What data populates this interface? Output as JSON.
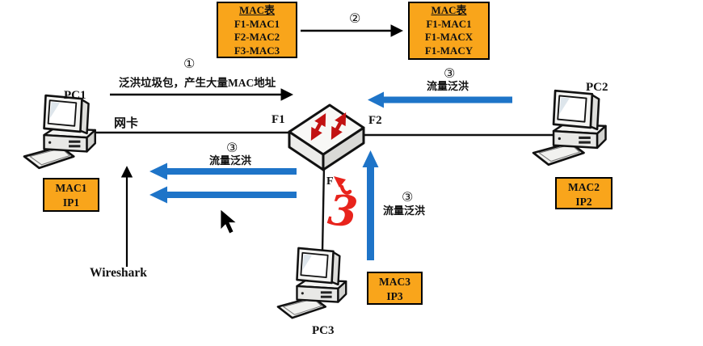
{
  "colors": {
    "box_orange": "#F9A51B",
    "flood_blue": "#1E74C8",
    "annotation_red": "#E8231C",
    "switch_arrow_red": "#C21212"
  },
  "mac_table_left": {
    "title": "MAC表",
    "rows": [
      "F1-MAC1",
      "F2-MAC2",
      "F3-MAC3"
    ]
  },
  "mac_table_right": {
    "title": "MAC表",
    "rows": [
      "F1-MAC1",
      "F1-MACX",
      "F1-MACY"
    ]
  },
  "steps": {
    "one": {
      "num": "①",
      "label": "泛洪垃圾包，产生大量MAC地址"
    },
    "two": {
      "num": "②"
    },
    "three_right": {
      "num": "③",
      "label": "流量泛洪"
    },
    "three_left": {
      "num": "③",
      "label": "流量泛洪"
    },
    "three_bottom": {
      "num": "③",
      "label": "流量泛洪"
    }
  },
  "hosts": {
    "pc1": {
      "name": "PC1",
      "tag_line1": "MAC1",
      "tag_line2": "IP1"
    },
    "pc2": {
      "name": "PC2",
      "tag_line1": "MAC2",
      "tag_line2": "IP2"
    },
    "pc3": {
      "name": "PC3",
      "tag_line1": "MAC3",
      "tag_line2": "IP3"
    }
  },
  "labels": {
    "nic": "网卡",
    "port_f1": "F1",
    "port_f2": "F2",
    "port_f3": "F",
    "wireshark": "Wireshark",
    "handwritten_red": "3"
  }
}
